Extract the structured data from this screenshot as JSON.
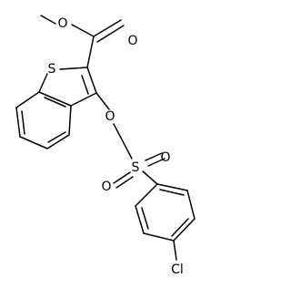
{
  "molecule": {
    "atoms": {
      "ester_o_methyl": "O",
      "ester_o_carbonyl": "O",
      "thiophene_s": "S",
      "ether_o": "O",
      "sulfonyl_s": "S",
      "sulfonyl_o_left": "O",
      "sulfonyl_o_right": "O",
      "chlorine": "Cl"
    }
  }
}
